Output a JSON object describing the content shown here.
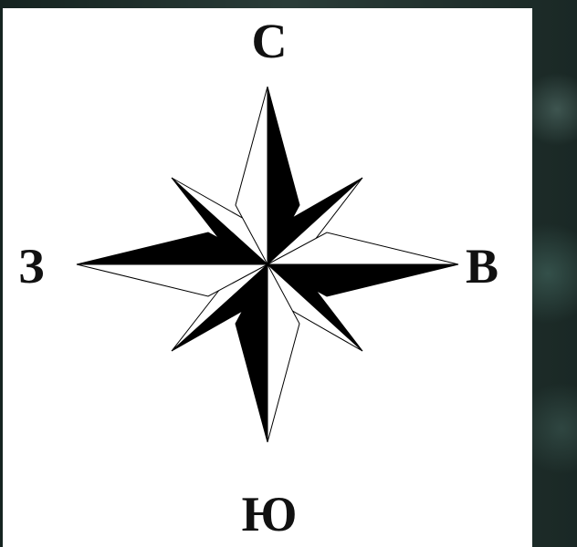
{
  "compass": {
    "north": "С",
    "south": "Ю",
    "west": "З",
    "east": "В"
  },
  "colors": {
    "fill": "#000000",
    "paper": "#ffffff",
    "background": "#1c2a27"
  }
}
